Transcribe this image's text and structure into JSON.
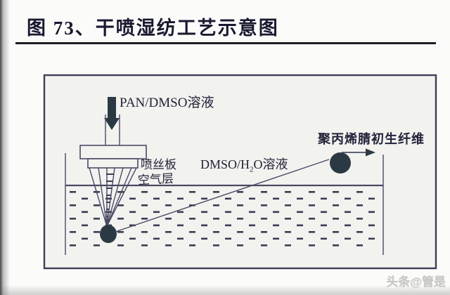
{
  "page": {
    "title": "图 73、干喷湿纺工艺示意图",
    "watermark": "头条@管是"
  },
  "diagram": {
    "labels": {
      "feed_solution": "PAN/DMSO溶液",
      "spinneret_plate": "喷丝板",
      "air_gap": "空气层",
      "bath_solution_pre": "DMSO/H",
      "bath_solution_sub": "2",
      "bath_solution_post": "O溶液",
      "nascent_fiber": "聚丙烯腈初生纤维"
    },
    "icons": {
      "feed_arrow": "down-arrow-icon",
      "takeup_arrow": "right-arrow-icon"
    }
  },
  "colors": {
    "page-bg": "#fbfbf9",
    "title-ink": "#181830",
    "ink": "#22223a",
    "rule": "#1d1d26",
    "frame-border": "#3e3e58",
    "diagram-bg": "#f2f2ef",
    "line": "#4a4a66",
    "dark-fill": "#2b3a42",
    "dash": "#3c3c54",
    "watermark": "#c7c7c5",
    "edge-shadow": "#47474b"
  }
}
